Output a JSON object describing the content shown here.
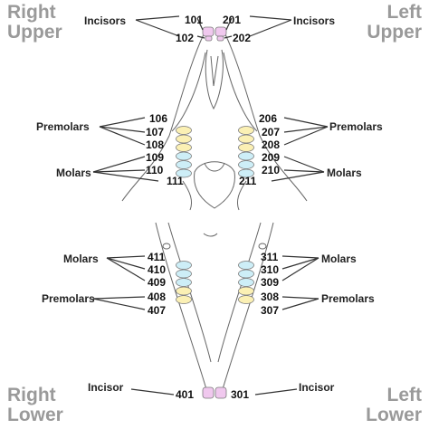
{
  "quadrants": {
    "right_upper": [
      "Right",
      "Upper"
    ],
    "left_upper": [
      "Left",
      "Upper"
    ],
    "right_lower": [
      "Right",
      "Lower"
    ],
    "left_lower": [
      "Left",
      "Lower"
    ]
  },
  "labels": {
    "incisors": "Incisors",
    "premolars": "Premolars",
    "molars": "Molars",
    "incisor": "Incisor"
  },
  "tooth_numbers": {
    "upper_right": [
      "101",
      "102",
      "106",
      "107",
      "108",
      "109",
      "110",
      "111"
    ],
    "upper_left": [
      "201",
      "202",
      "206",
      "207",
      "208",
      "209",
      "210",
      "211"
    ],
    "lower_right": [
      "411",
      "410",
      "409",
      "408",
      "407",
      "401"
    ],
    "lower_left": [
      "311",
      "310",
      "309",
      "308",
      "307",
      "301"
    ]
  },
  "colors": {
    "incisor": "#f0c8ee",
    "premolar": "#fbf0b4",
    "molar": "#cdeef7",
    "tooth_stroke": "#7a7a7a",
    "quadrant_text": "#9a9a9a"
  }
}
